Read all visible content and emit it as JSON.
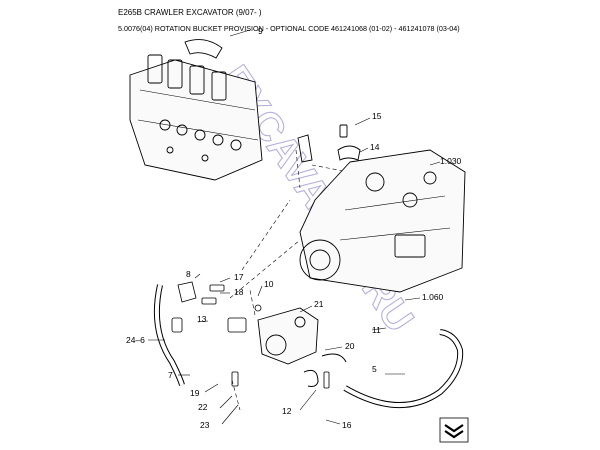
{
  "header": {
    "model": "E265B CRAWLER EXCAVATOR (9/07- )",
    "section": "5.0076(04) ROTATION BUCKET PROVISION - OPTIONAL CODE 461241068 (01-02) - 461241078 (03-04)"
  },
  "watermark": "EXCAVATOR.RU",
  "labels": {
    "p9": "9",
    "p15": "15",
    "p14": "14",
    "p1030": "1.030",
    "p8": "8",
    "p17": "17",
    "p18": "18",
    "p10": "10",
    "p1060": "1.060",
    "p21": "21",
    "p13": "13",
    "p246": "24–6",
    "p11": "11",
    "p7": "7",
    "p20": "20",
    "p19": "19",
    "p5": "5",
    "p22": "22",
    "p12": "12",
    "p23": "23",
    "p16": "16"
  },
  "icons": {
    "nav": "double-chevron-down-icon"
  }
}
